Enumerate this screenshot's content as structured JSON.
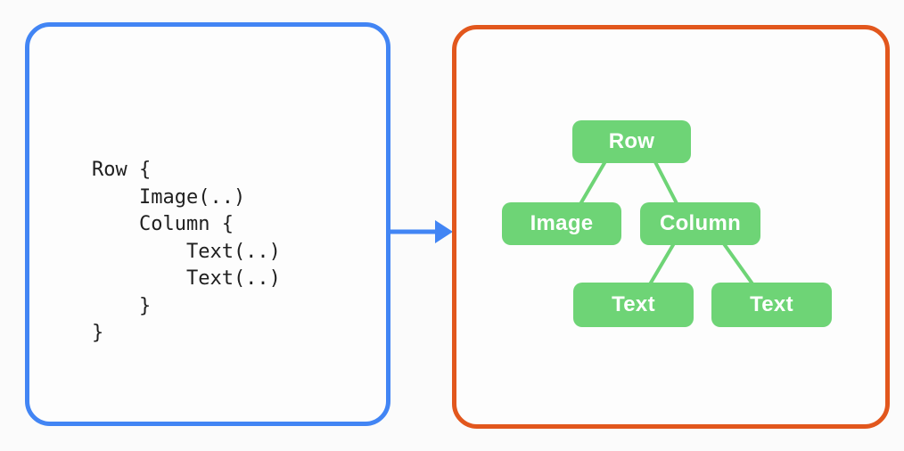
{
  "diagram": {
    "code_panel": {
      "lines": [
        "Row {",
        "    Image(..)",
        "    Column {",
        "        Text(..)",
        "        Text(..)",
        "    }",
        "}"
      ]
    },
    "tree_panel": {
      "nodes": [
        {
          "id": "row",
          "label": "Row"
        },
        {
          "id": "image",
          "label": "Image"
        },
        {
          "id": "column",
          "label": "Column"
        },
        {
          "id": "text-1",
          "label": "Text"
        },
        {
          "id": "text-2",
          "label": "Text"
        }
      ],
      "edges": [
        [
          "row",
          "image"
        ],
        [
          "row",
          "column"
        ],
        [
          "column",
          "text-1"
        ],
        [
          "column",
          "text-2"
        ]
      ]
    }
  },
  "colors": {
    "panel_blue": "#4285F4",
    "panel_orange": "#E2571D",
    "node_green": "#6ED476",
    "node_text": "#FFFFFF",
    "code_text": "#1F1F1F",
    "arrow_blue": "#4285F4",
    "background": "#FBFBFB"
  }
}
